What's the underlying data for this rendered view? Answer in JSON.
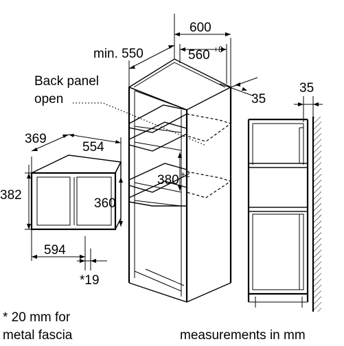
{
  "labels": {
    "back_panel_line1": "Back panel",
    "back_panel_line2": "open",
    "footnote_line1": "* 20 mm for",
    "footnote_line2": "metal fascia",
    "units_note": "measurements in mm"
  },
  "dimensions": {
    "width_600": "600",
    "min_label": "min. 550",
    "gap_560": "560",
    "gap_560_tol": "+8",
    "depth_35": "35",
    "side_35": "35",
    "niche_380": "380",
    "niche_380_tol": "+2",
    "appliance_369": "369",
    "appliance_554": "554",
    "appliance_382": "382",
    "appliance_360": "360",
    "appliance_594": "594",
    "appliance_19": "*19"
  },
  "colors": {
    "line": "#000000",
    "background": "#ffffff"
  }
}
